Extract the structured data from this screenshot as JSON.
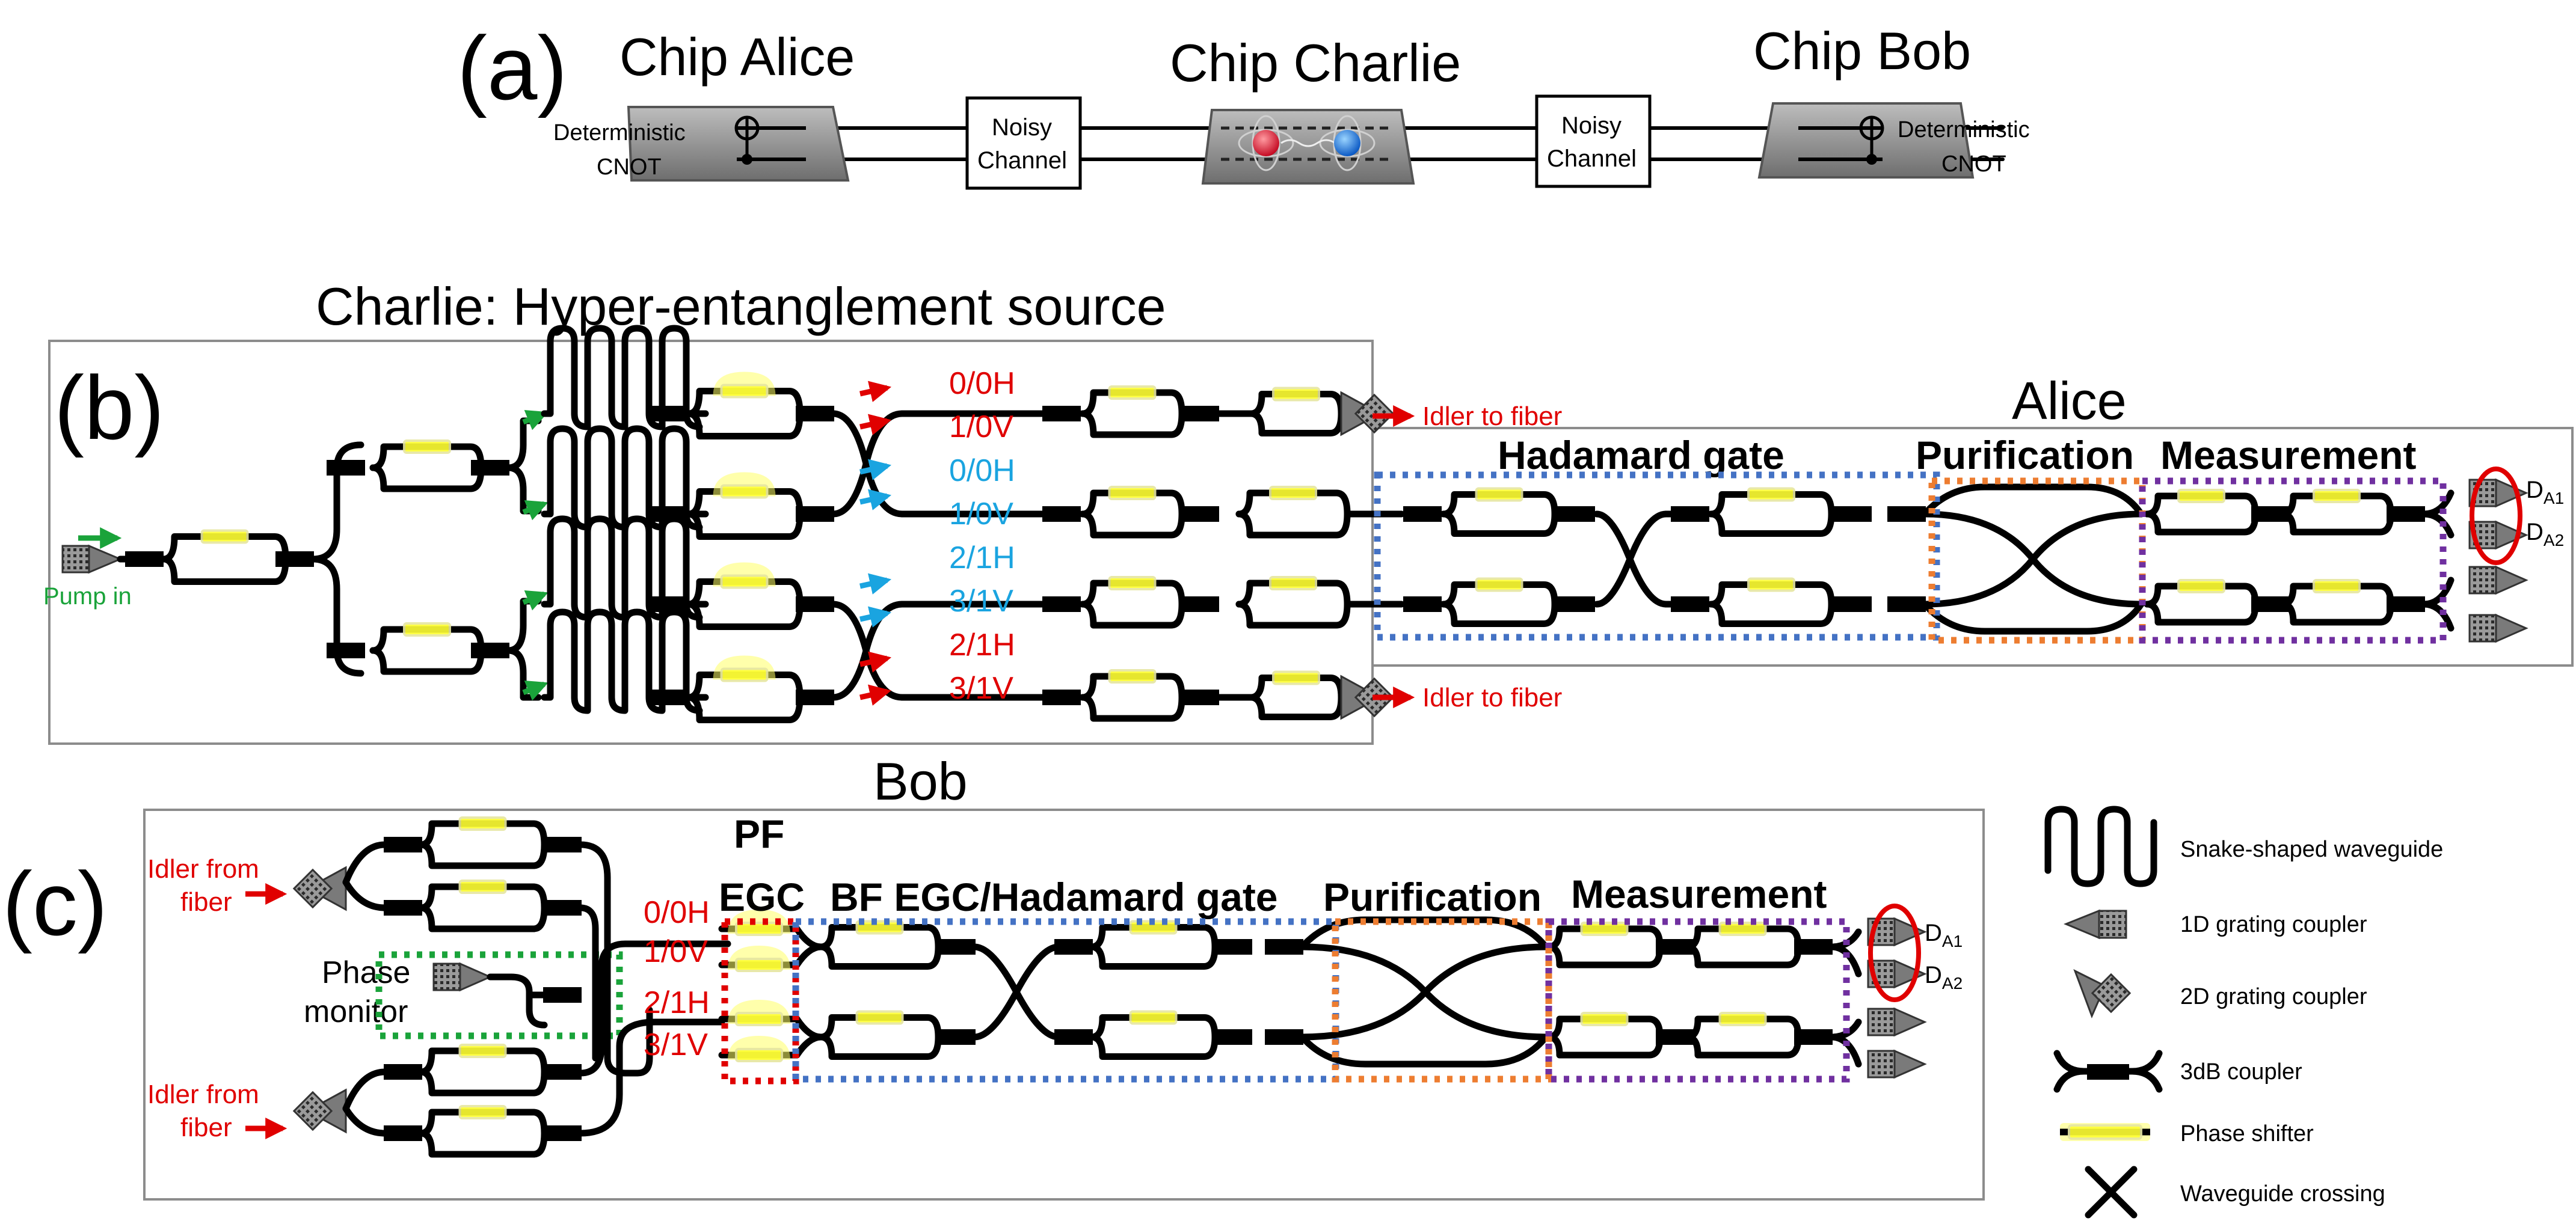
{
  "panel_a": {
    "label": "(a)",
    "chip_alice": "Chip Alice",
    "chip_charlie": "Chip Charlie",
    "chip_bob": "Chip Bob",
    "alice_gate_l1": "Deterministic",
    "alice_gate_l2": "CNOT",
    "bob_gate_l1": "Deterministic",
    "bob_gate_l2": "CNOT",
    "noisy_left_l1": "Noisy",
    "noisy_left_l2": "Channel",
    "noisy_right_l1": "Noisy",
    "noisy_right_l2": "Channel"
  },
  "panel_b": {
    "label": "(b)",
    "title": "Charlie: Hyper-entanglement source",
    "pump_in": "Pump in",
    "idler_top": "Idler to fiber",
    "idler_bottom": "Idler to fiber",
    "alice_title": "Alice",
    "hadamard": "Hadamard gate",
    "purification": "Purification",
    "measurement": "Measurement",
    "mode_labels": [
      "0/0H",
      "1/0V",
      "0/0H",
      "1/0V",
      "2/1H",
      "3/1V",
      "2/1H",
      "3/1V"
    ],
    "det1_main": "D",
    "det1_sub": "A1",
    "det2_main": "D",
    "det2_sub": "A2"
  },
  "panel_c": {
    "label": "(c)",
    "bob_title": "Bob",
    "idler_from_top_l1": "Idler from",
    "idler_from_top_l2": "fiber",
    "idler_from_bottom_l1": "Idler from",
    "idler_from_bottom_l2": "fiber",
    "phase_monitor_l1": "Phase",
    "phase_monitor_l2": "monitor",
    "pf": "PF",
    "egc": "EGC",
    "bf_egc": "BF EGC/Hadamard gate",
    "purification": "Purification",
    "measurement": "Measurement",
    "mode_labels": [
      "0/0H",
      "1/0V",
      "2/1H",
      "3/1V"
    ],
    "det1_main": "D",
    "det1_sub": "A1",
    "det2_main": "D",
    "det2_sub": "A2"
  },
  "legend": {
    "snake": "Snake-shaped waveguide",
    "gc1d": "1D grating coupler",
    "gc2d": "2D grating coupler",
    "coupler": "3dB coupler",
    "phase": "Phase shifter",
    "crossing": "Waveguide crossing"
  },
  "colors": {
    "red": "#e00000",
    "blue": "#1aa4e0",
    "green": "#1aa33a",
    "yellow": "#ffff33",
    "dot_blue": "#4472c4",
    "dot_orange": "#ed7d31",
    "dot_purple": "#7030a0",
    "dot_green": "#1aa33a",
    "dot_red": "#e00000"
  }
}
